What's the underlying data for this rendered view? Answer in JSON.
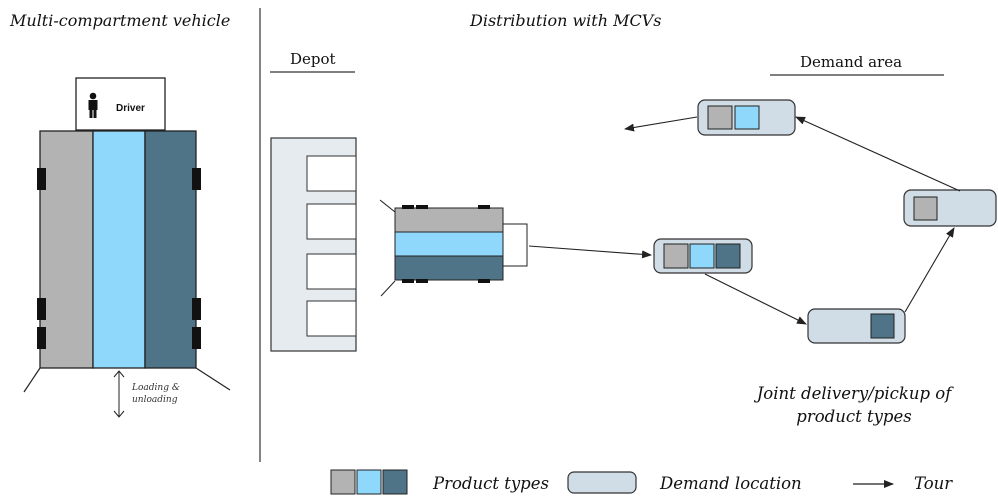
{
  "left_panel": {
    "title": "Multi-compartment vehicle",
    "driver_label": "Driver",
    "loading_label_line1": "Loading &",
    "loading_label_line2": "unloading"
  },
  "right_panel": {
    "title": "Distribution with MCVs",
    "depot_label": "Depot",
    "demand_area_label": "Demand area",
    "note_line1": "Joint delivery/pickup of",
    "note_line2": "product types"
  },
  "legend": {
    "product_types": "Product types",
    "demand_location": "Demand location",
    "tour": "Tour"
  },
  "colors": {
    "product_gray": "#b3b3b3",
    "product_light_blue": "#8fd8fb",
    "product_dark_blue": "#4f7487",
    "demand_location_fill": "#d0dde6",
    "depot_fill": "#e6ebef"
  }
}
